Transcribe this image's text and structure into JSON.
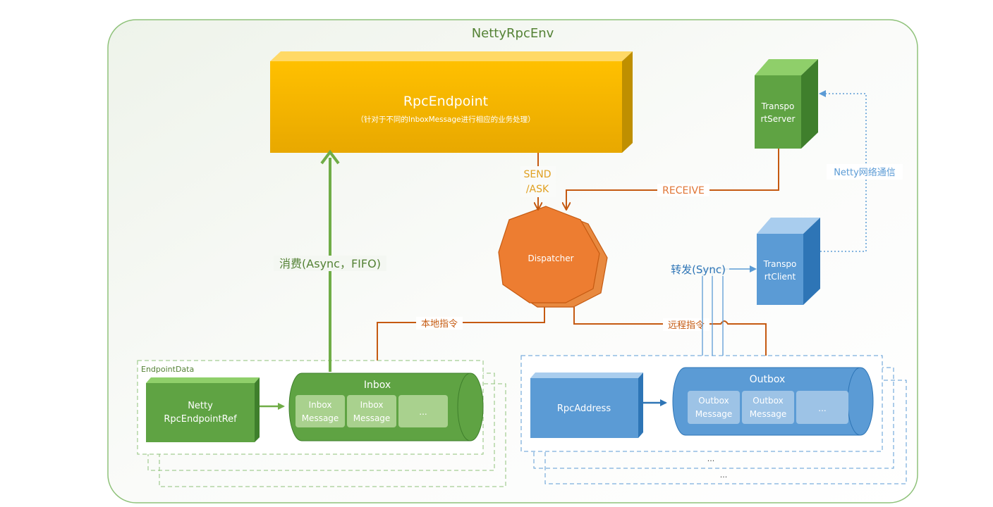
{
  "title": "NettyRpcEnv",
  "rpc_endpoint": {
    "label": "RpcEndpoint",
    "sublabel": "（针对于不同的InboxMessage进行相应的业务处理）"
  },
  "transport_server": {
    "line1": "Transpo",
    "line2": "rtServer"
  },
  "transport_client": {
    "line1": "Transpo",
    "line2": "rtClient"
  },
  "dispatcher": {
    "label": "Dispatcher"
  },
  "edges": {
    "send_ask_line1": "SEND",
    "send_ask_line2": "/ASK",
    "receive": "RECEIVE",
    "netty_network": "Netty网络通信",
    "consume": "消费(Async，FIFO)",
    "forward": "转发(Sync)",
    "local_cmd": "本地指令",
    "remote_cmd": "远程指令"
  },
  "endpoint_data": {
    "label": "EndpointData",
    "ref_line1": "Netty",
    "ref_line2": "RpcEndpointRef"
  },
  "inbox": {
    "label": "Inbox",
    "msg1_line1": "Inbox",
    "msg1_line2": "Message",
    "msg2_line1": "Inbox",
    "msg2_line2": "Message",
    "more": "..."
  },
  "outbox_group": {
    "rpc_address": "RpcAddress",
    "ellipsis1": "...",
    "ellipsis2": "..."
  },
  "outbox": {
    "label": "Outbox",
    "msg1_line1": "Outbox",
    "msg1_line2": "Message",
    "msg2_line1": "Outbox",
    "msg2_line2": "Message",
    "more": "..."
  },
  "colors": {
    "green_border": "#8fc27a",
    "green_arrow": "#70ad47",
    "gold": "#ffc000",
    "orange": "#e07535",
    "orange_line": "#c55a11",
    "blue": "#5b9bd5",
    "blue_dark": "#2e75b6",
    "dark_green": "#548235"
  }
}
